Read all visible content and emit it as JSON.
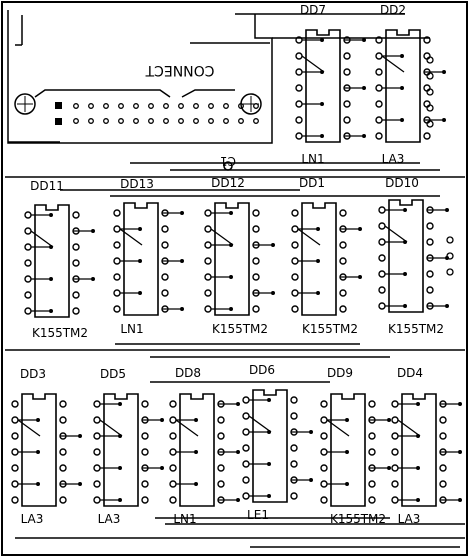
{
  "connector": {
    "label": "CONNECT"
  },
  "capacitor": {
    "label": "C1"
  },
  "chips": [
    {
      "id": "dd7",
      "ref": "DD7",
      "part": "LN1"
    },
    {
      "id": "dd2",
      "ref": "DD2",
      "part": "LA3"
    },
    {
      "id": "dd11",
      "ref": "DD11",
      "part": "K155TM2"
    },
    {
      "id": "dd13",
      "ref": "DD13",
      "part": "LN1"
    },
    {
      "id": "dd12",
      "ref": "DD12",
      "part": "K155TM2"
    },
    {
      "id": "dd1",
      "ref": "DD1",
      "part": "K155TM2"
    },
    {
      "id": "dd10",
      "ref": "DD10",
      "part": "K155TM2"
    },
    {
      "id": "dd3",
      "ref": "DD3",
      "part": "LA3"
    },
    {
      "id": "dd5",
      "ref": "DD5",
      "part": "LA3"
    },
    {
      "id": "dd8",
      "ref": "DD8",
      "part": "LN1"
    },
    {
      "id": "dd6",
      "ref": "DD6",
      "part": "LE1"
    },
    {
      "id": "dd9",
      "ref": "DD9",
      "part": "K155TM2"
    },
    {
      "id": "dd4",
      "ref": "DD4",
      "part": "LA3"
    }
  ]
}
